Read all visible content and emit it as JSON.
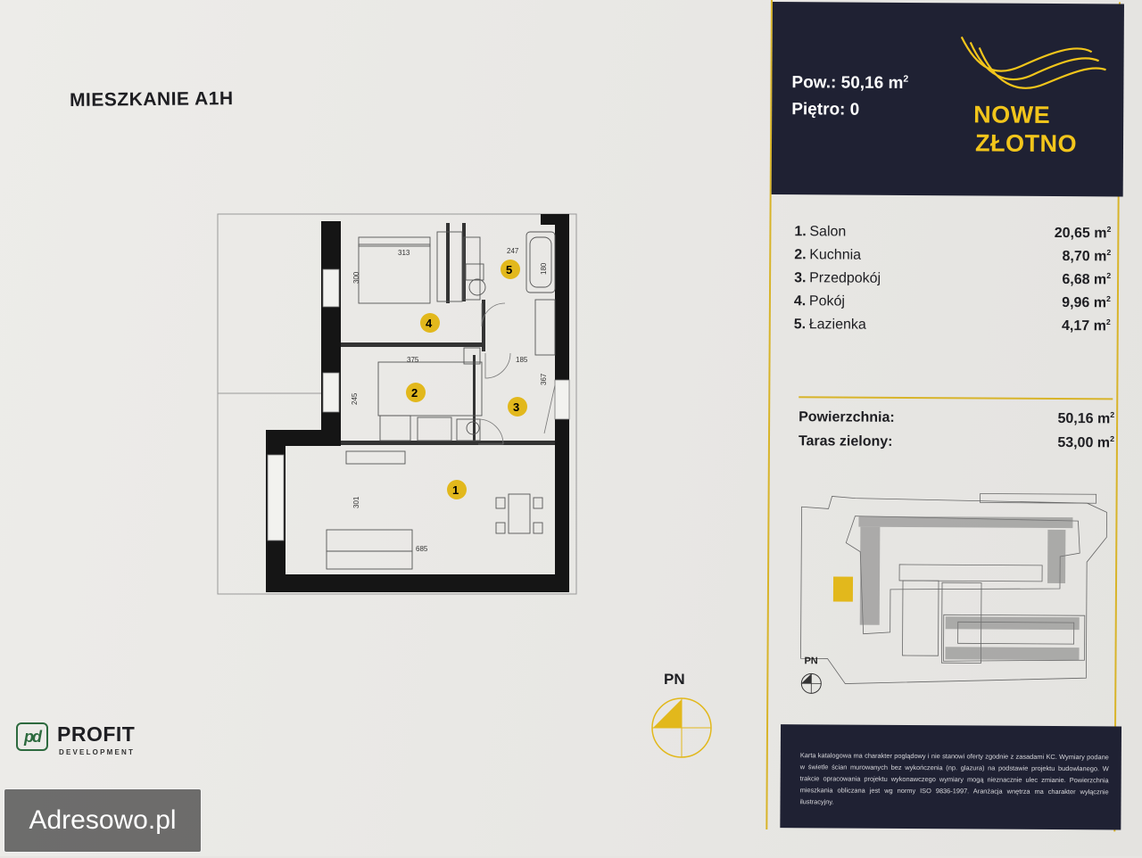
{
  "document": {
    "title": "MIESZKANIE A1H"
  },
  "plan": {
    "rooms": [
      {
        "num": "1"
      },
      {
        "num": "2"
      },
      {
        "num": "3"
      },
      {
        "num": "4"
      },
      {
        "num": "5"
      }
    ],
    "dimensions": [
      "313",
      "300",
      "247",
      "180",
      "375",
      "185",
      "245",
      "367",
      "301",
      "685"
    ]
  },
  "compass": {
    "label": "PN"
  },
  "developer": {
    "logo_mark": "pd",
    "name": "PROFIT",
    "subtitle": "DEVELOPMENT"
  },
  "watermark": {
    "text": "Adresowo.pl"
  },
  "panel": {
    "pow_label": "Pow.: 50,16 m",
    "pow_sup": "2",
    "pietro": "Piętro: 0",
    "brand_line1": "NOWE",
    "brand_line2": "ZŁOTNO",
    "rooms": [
      {
        "num": "1.",
        "name": "Salon",
        "area": "20,65 m",
        "sup": "2"
      },
      {
        "num": "2.",
        "name": "Kuchnia",
        "area": "8,70 m",
        "sup": "2"
      },
      {
        "num": "3.",
        "name": "Przedpokój",
        "area": "6,68 m",
        "sup": "2"
      },
      {
        "num": "4.",
        "name": "Pokój",
        "area": "9,96 m",
        "sup": "2"
      },
      {
        "num": "5.",
        "name": "Łazienka",
        "area": "4,17 m",
        "sup": "2"
      }
    ],
    "summary": [
      {
        "label": "Powierzchnia:",
        "value": "50,16 m",
        "sup": "2"
      },
      {
        "label": "Taras zielony:",
        "value": "53,00 m",
        "sup": "2"
      }
    ],
    "minimap_compass": "PN",
    "disclaimer": "Karta katalogowa ma charakter poglądowy i nie stanowi oferty zgodnie z zasadami KC. Wymiary podane w świetle ścian murowanych bez wykończenia (np. glazura) na podstawie projektu budowlanego. W trakcie opracowania projektu wykonawczego wymiary mogą nieznacznie ulec zmianie. Powierzchnia mieszkania obliczana jest wg normy ISO 9836-1997. Aranżacja wnętrza ma charakter wyłącznie ilustracyjny."
  },
  "colors": {
    "navy": "#1f2133",
    "gold": "#f2c51b",
    "gold_line": "#d8b42a",
    "badge": "#e2b81c",
    "logo_green": "#2d6a3e"
  }
}
